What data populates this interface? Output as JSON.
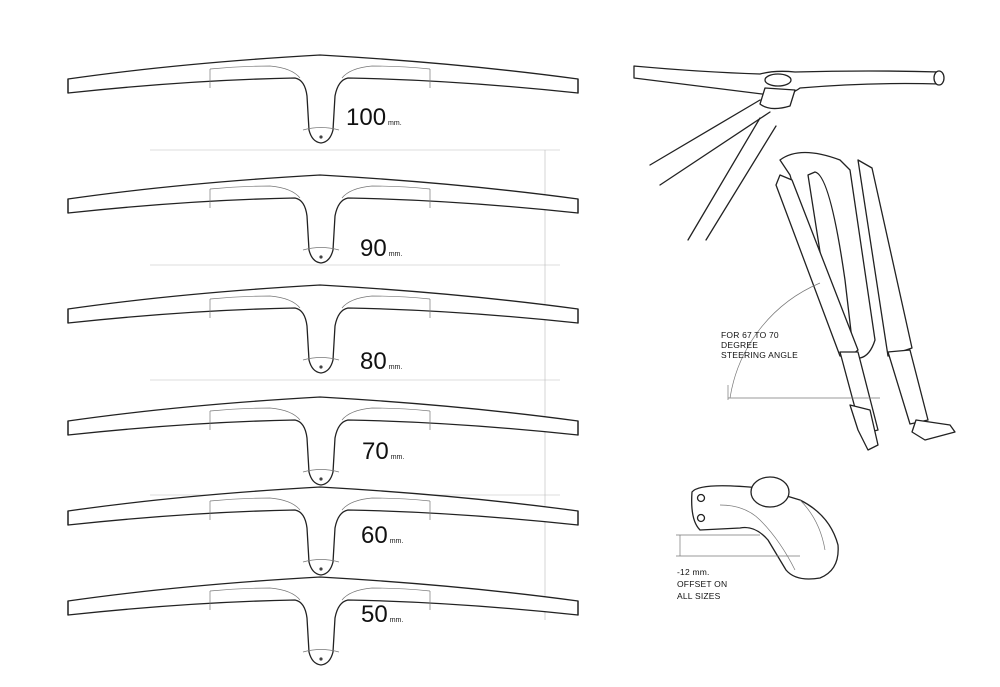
{
  "sizes": [
    {
      "value": "100",
      "unit": "mm."
    },
    {
      "value": "90",
      "unit": "mm."
    },
    {
      "value": "80",
      "unit": "mm."
    },
    {
      "value": "70",
      "unit": "mm."
    },
    {
      "value": "60",
      "unit": "mm."
    },
    {
      "value": "50",
      "unit": "mm."
    }
  ],
  "steering_note": [
    "FOR 67 TO 70",
    "DEGREE",
    "STEERING ANGLE"
  ],
  "offset_note": [
    "-12 mm.",
    "OFFSET ON",
    "ALL SIZES"
  ]
}
